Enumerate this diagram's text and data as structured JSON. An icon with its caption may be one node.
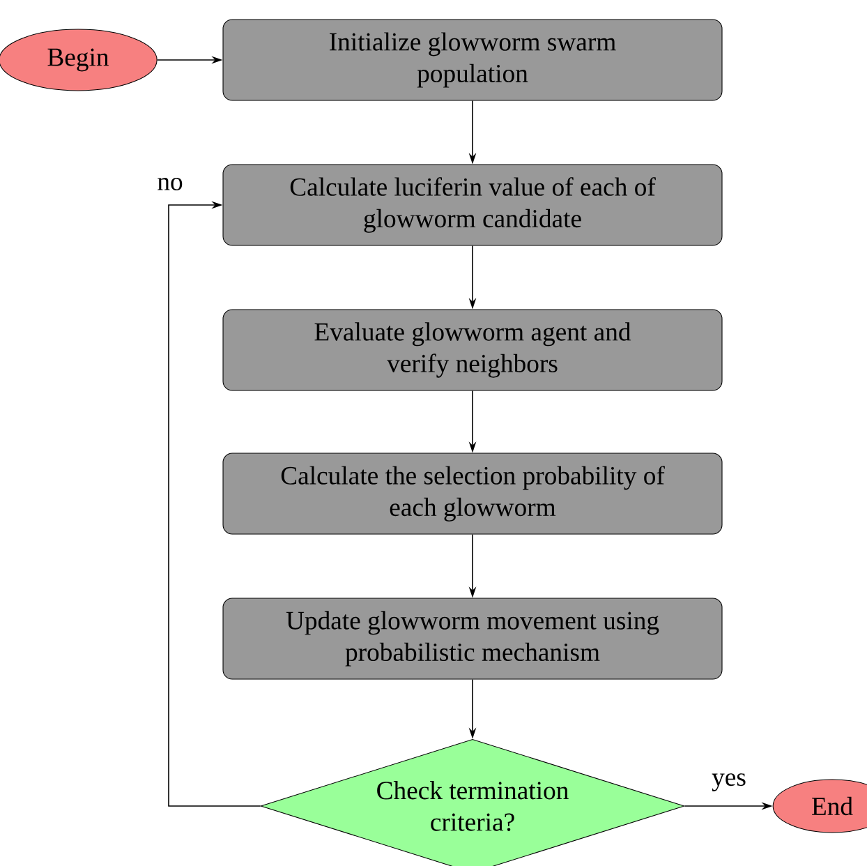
{
  "diagram": {
    "nodes": [
      {
        "text": [
          "Begin"
        ]
      },
      {
        "text": [
          "Initialize glowworm swarm population"
        ]
      },
      {
        "text": [
          "Calculate luciferin value of each of glowworm candidate"
        ]
      },
      {
        "text": [
          "Evaluate glowworm agent and verify neighbors"
        ]
      },
      {
        "text": [
          "Calculate the selection probability of each glowworm"
        ]
      },
      {
        "text": [
          "Update glowworm movement using probabilistic mechanism"
        ]
      },
      {
        "text": [
          "Check termination criteria?"
        ]
      },
      {
        "text": [
          "End"
        ]
      }
    ],
    "edges": [
      {
        "from": 0,
        "to": 1,
        "arrow": "to"
      },
      {
        "from": 1,
        "to": 2,
        "arrow": "to"
      },
      {
        "from": 2,
        "to": 3,
        "arrow": "to"
      },
      {
        "from": 3,
        "to": 4,
        "arrow": "to"
      },
      {
        "from": 4,
        "to": 5,
        "arrow": "to"
      },
      {
        "from": 5,
        "to": 6,
        "arrow": "to"
      },
      {
        "from": 6,
        "to": 7,
        "arrow": "to",
        "label": "yes"
      },
      {
        "from": 6,
        "to": 2,
        "arrow": "to",
        "label": "no"
      }
    ]
  }
}
